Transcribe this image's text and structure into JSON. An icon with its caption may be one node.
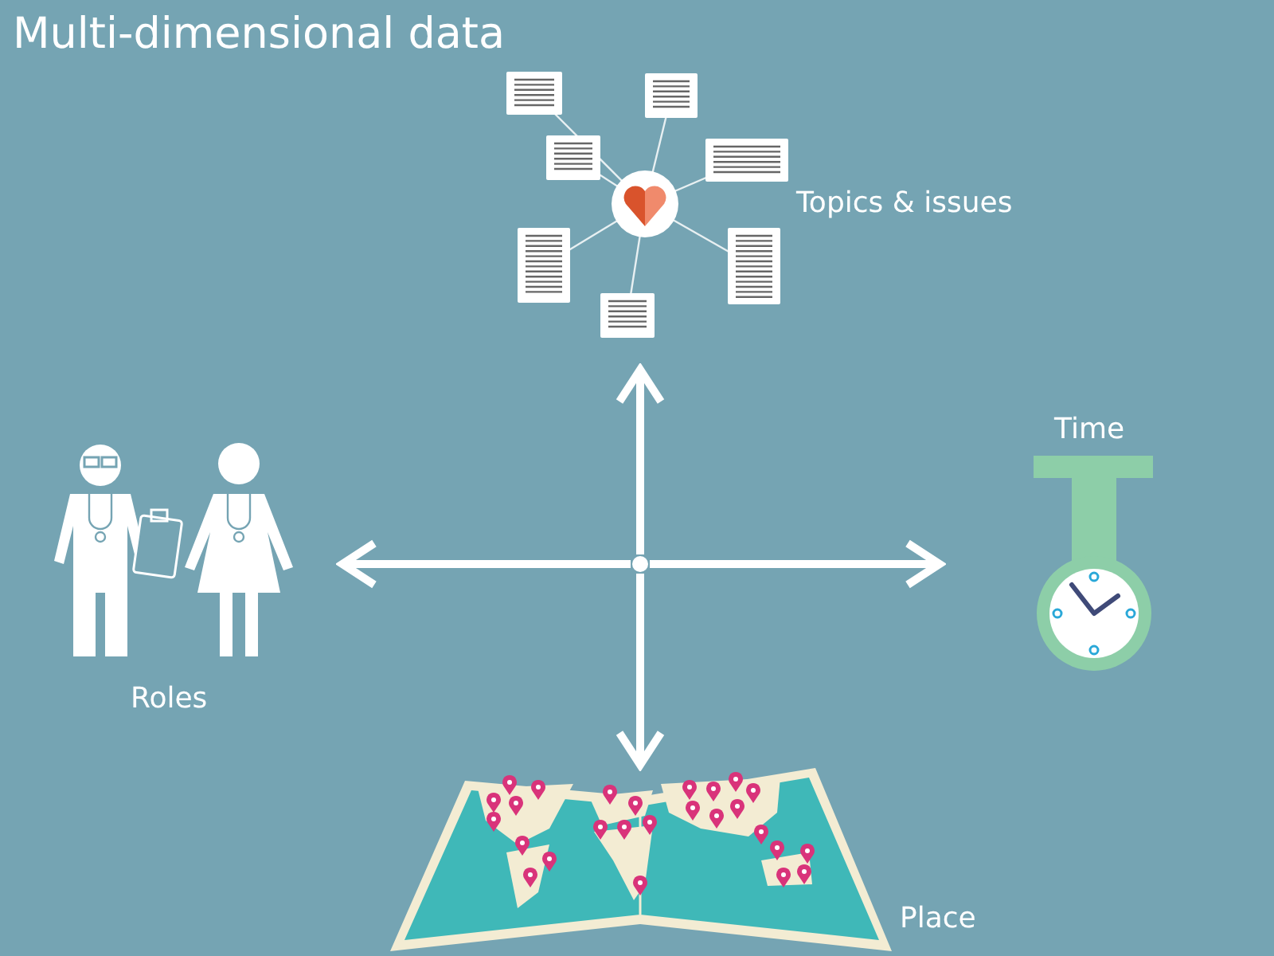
{
  "diagram": {
    "title": "Multi-dimensional data",
    "nodes": [
      {
        "text": [],
        "shape": "circle"
      },
      {
        "text": [
          "Topics & issues"
        ]
      },
      {
        "text": [
          "Time"
        ]
      },
      {
        "text": [
          "Roles"
        ]
      },
      {
        "text": [
          "Place"
        ]
      }
    ],
    "edges": [
      {
        "from": 0,
        "to": 1,
        "arrow": "to"
      },
      {
        "from": 0,
        "to": 2,
        "arrow": "to"
      },
      {
        "from": 0,
        "to": 3,
        "arrow": "to"
      },
      {
        "from": 0,
        "to": 4,
        "arrow": "to"
      }
    ]
  }
}
